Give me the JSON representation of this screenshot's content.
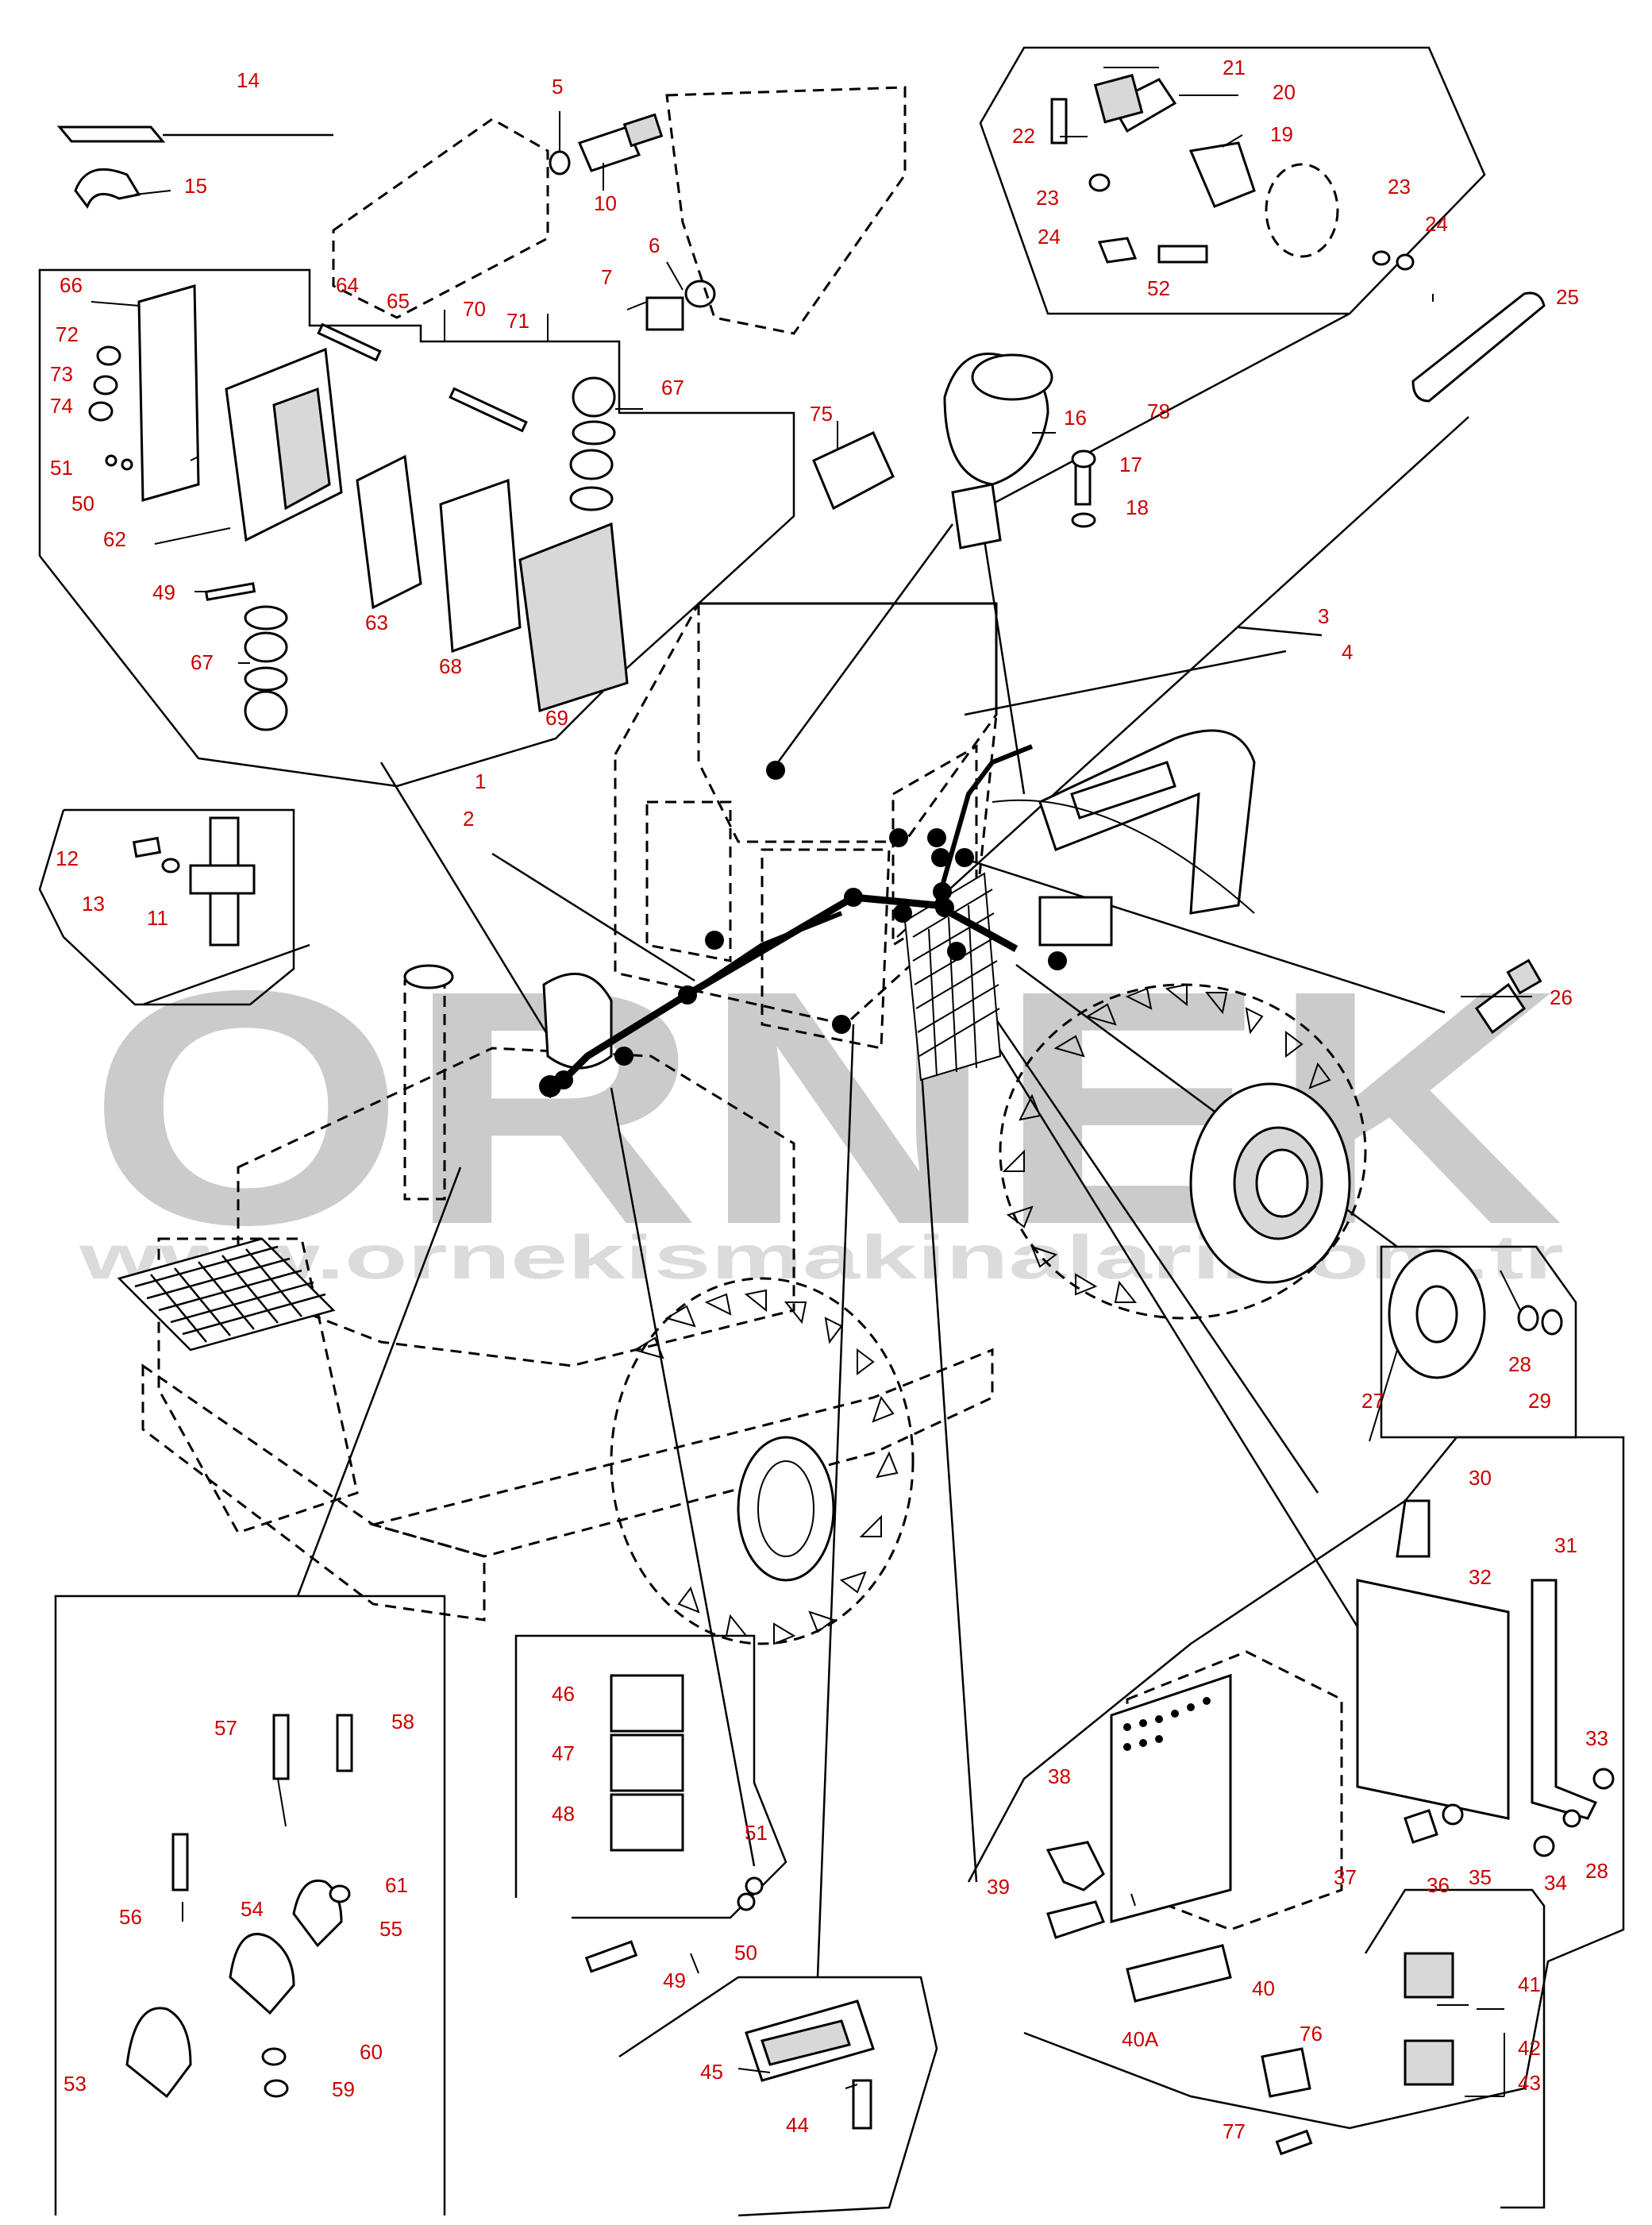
{
  "watermark": {
    "brand": "ORNEK",
    "url": "www.ornekismakinalari.com.tr"
  },
  "callouts": [
    "1",
    "2",
    "3",
    "4",
    "5",
    "6",
    "7",
    "10",
    "11",
    "12",
    "13",
    "14",
    "15",
    "16",
    "17",
    "18",
    "19",
    "20",
    "21",
    "22",
    "23",
    "23",
    "24",
    "24",
    "25",
    "26",
    "27",
    "28",
    "29",
    "30",
    "31",
    "32",
    "33",
    "34",
    "35",
    "36",
    "37",
    "38",
    "39",
    "40",
    "40A",
    "41",
    "42",
    "43",
    "44",
    "45",
    "46",
    "47",
    "48",
    "49",
    "50",
    "51",
    "28",
    "52",
    "53",
    "54",
    "55",
    "56",
    "57",
    "58",
    "59",
    "60",
    "61",
    "62",
    "63",
    "64",
    "65",
    "66",
    "67",
    "67",
    "68",
    "69",
    "70",
    "71",
    "72",
    "73",
    "74",
    "75",
    "76",
    "77",
    "78",
    "51",
    "50",
    "49"
  ]
}
